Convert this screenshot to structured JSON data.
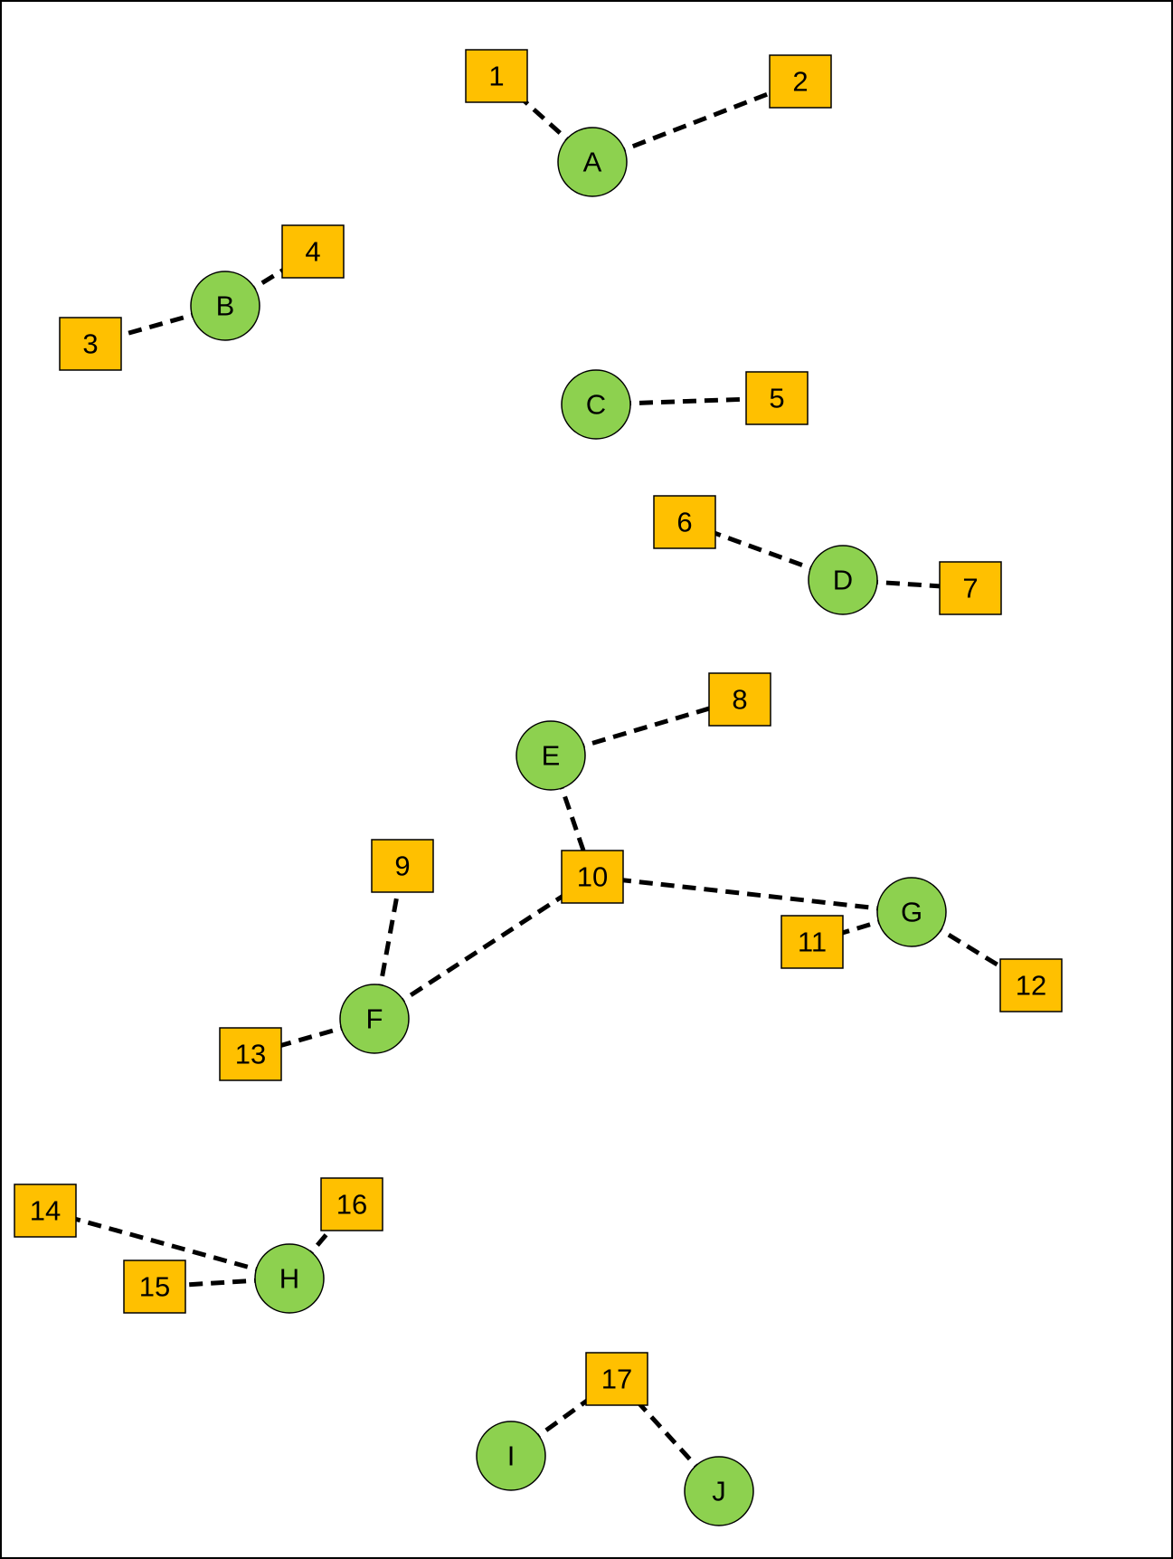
{
  "colors": {
    "circle_fill": "#8DD14F",
    "square_fill": "#FFC000",
    "edge": "#000000",
    "border": "#000000",
    "background": "#FFFFFF"
  },
  "diagram": {
    "circles": [
      {
        "id": "A",
        "label": "A"
      },
      {
        "id": "B",
        "label": "B"
      },
      {
        "id": "C",
        "label": "C"
      },
      {
        "id": "D",
        "label": "D"
      },
      {
        "id": "E",
        "label": "E"
      },
      {
        "id": "F",
        "label": "F"
      },
      {
        "id": "G",
        "label": "G"
      },
      {
        "id": "H",
        "label": "H"
      },
      {
        "id": "I",
        "label": "I"
      },
      {
        "id": "J",
        "label": "J"
      }
    ],
    "squares": [
      {
        "id": "1",
        "label": "1"
      },
      {
        "id": "2",
        "label": "2"
      },
      {
        "id": "3",
        "label": "3"
      },
      {
        "id": "4",
        "label": "4"
      },
      {
        "id": "5",
        "label": "5"
      },
      {
        "id": "6",
        "label": "6"
      },
      {
        "id": "7",
        "label": "7"
      },
      {
        "id": "8",
        "label": "8"
      },
      {
        "id": "9",
        "label": "9"
      },
      {
        "id": "10",
        "label": "10"
      },
      {
        "id": "11",
        "label": "11"
      },
      {
        "id": "12",
        "label": "12"
      },
      {
        "id": "13",
        "label": "13"
      },
      {
        "id": "14",
        "label": "14"
      },
      {
        "id": "15",
        "label": "15"
      },
      {
        "id": "16",
        "label": "16"
      },
      {
        "id": "17",
        "label": "17"
      }
    ],
    "edges": [
      [
        "A",
        "1"
      ],
      [
        "A",
        "2"
      ],
      [
        "B",
        "3"
      ],
      [
        "B",
        "4"
      ],
      [
        "C",
        "5"
      ],
      [
        "D",
        "6"
      ],
      [
        "D",
        "7"
      ],
      [
        "E",
        "8"
      ],
      [
        "E",
        "10"
      ],
      [
        "F",
        "9"
      ],
      [
        "F",
        "10"
      ],
      [
        "F",
        "13"
      ],
      [
        "G",
        "10"
      ],
      [
        "G",
        "11"
      ],
      [
        "G",
        "12"
      ],
      [
        "H",
        "14"
      ],
      [
        "H",
        "15"
      ],
      [
        "H",
        "16"
      ],
      [
        "I",
        "17"
      ],
      [
        "J",
        "17"
      ]
    ]
  }
}
